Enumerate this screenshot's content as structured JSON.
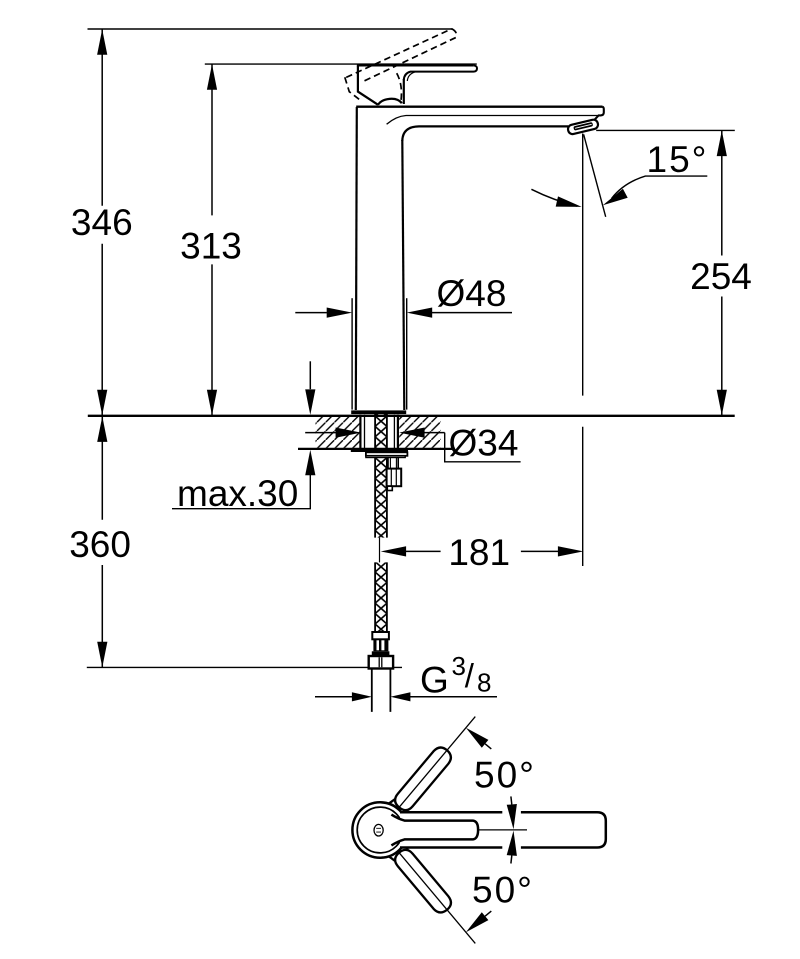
{
  "drawing": {
    "type": "technical-dimension-drawing",
    "subject": "single-lever basin mixer faucet, front elevation with mounting hose and top view of handle swing",
    "line_color": "#000000",
    "background_color": "#ffffff",
    "dimensions": {
      "overall_height": {
        "value": "346",
        "meaning": "height to raised lever tip"
      },
      "lever_height": {
        "value": "313",
        "meaning": "height to lever in closed position"
      },
      "spout_height": {
        "value": "254",
        "meaning": "outlet height above deck"
      },
      "spout_angle": {
        "value": "15°",
        "meaning": "aerator outlet angle from vertical"
      },
      "body_diameter": {
        "value": "Ø48",
        "meaning": "body column diameter"
      },
      "hole_diameter": {
        "value": "Ø34",
        "meaning": "required deck hole diameter"
      },
      "deck_thickness": {
        "value": "max.30",
        "meaning": "maximum mounting deck thickness"
      },
      "hose_length": {
        "value": "360",
        "meaning": "connection hose length below deck"
      },
      "spout_reach": {
        "value": "181",
        "meaning": "spout reach from riser centre"
      },
      "thread": {
        "g": "G",
        "numerator": "3",
        "slash": "/",
        "denominator": "8",
        "meaning": "G 3/8 supply thread"
      },
      "handle_swing_up": {
        "value": "50°",
        "meaning": "handle swing upward in plan"
      },
      "handle_swing_down": {
        "value": "50°",
        "meaning": "handle swing downward in plan"
      }
    }
  }
}
